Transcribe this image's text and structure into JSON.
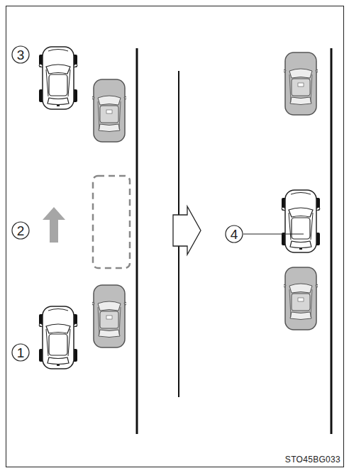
{
  "diagram": {
    "labels": [
      "3",
      "2",
      "1",
      "4",
      "STO45BG033"
    ]
  }
}
